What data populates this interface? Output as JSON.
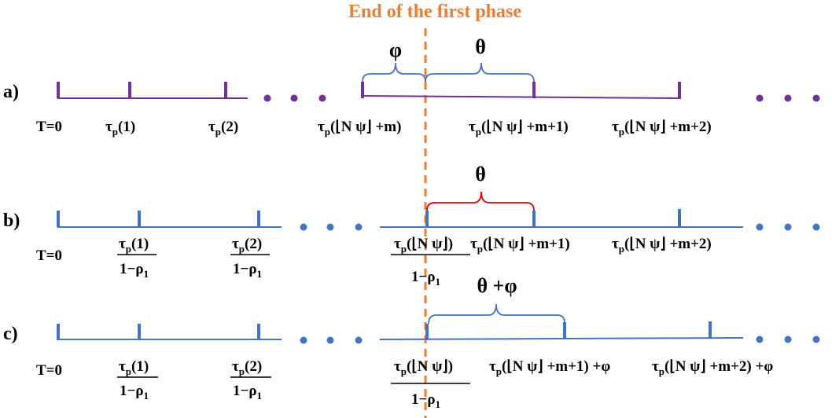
{
  "title": "End of the first phase",
  "colors": {
    "phase": "#ed7d31",
    "row_a": "#7030a0",
    "rows_bc": "#4472c4",
    "brace_blue": "#4472c4",
    "brace_red": "#e00000"
  },
  "rows": [
    {
      "label": "a)",
      "t0": "T=0",
      "braces": [
        {
          "label": "φ",
          "color": "blue"
        },
        {
          "label": "θ",
          "color": "blue"
        }
      ],
      "ticks": [
        {
          "kind": "simple",
          "arg": "(1)"
        },
        {
          "kind": "simple",
          "arg": "(2)"
        },
        {
          "kind": "simple",
          "arg": "(⌊N ψ⌋ +m)"
        },
        {
          "kind": "simple",
          "arg": "(⌊N ψ⌋ +m+1)"
        },
        {
          "kind": "simple",
          "arg": "(⌊N ψ⌋ +m+2)"
        }
      ]
    },
    {
      "label": "b)",
      "t0": "T=0",
      "braces": [
        {
          "label": "θ",
          "color": "red"
        }
      ],
      "ticks": [
        {
          "kind": "fraction",
          "arg": "(1)",
          "den": "1−ρ",
          "den_sub": "1"
        },
        {
          "kind": "fraction",
          "arg": "(2)",
          "den": "1−ρ",
          "den_sub": "1"
        },
        {
          "kind": "fraction",
          "arg": "(⌊N ψ⌋)",
          "den": "1−ρ",
          "den_sub": "1"
        },
        {
          "kind": "simple",
          "arg": "(⌊N ψ⌋ +m+1)"
        },
        {
          "kind": "simple",
          "arg": "(⌊N ψ⌋ +m+2)"
        }
      ]
    },
    {
      "label": "c)",
      "t0": "T=0",
      "braces": [
        {
          "label": "θ +φ",
          "color": "blue"
        }
      ],
      "ticks": [
        {
          "kind": "fraction",
          "arg": "(1)",
          "den": "1−ρ",
          "den_sub": "1"
        },
        {
          "kind": "fraction",
          "arg": "(2)",
          "den": "1−ρ",
          "den_sub": "1"
        },
        {
          "kind": "fraction",
          "arg": "(⌊N ψ⌋)",
          "den": "1−ρ",
          "den_sub": "1"
        },
        {
          "kind": "simple",
          "arg": "(⌊N ψ⌋ +m+1) +φ"
        },
        {
          "kind": "simple",
          "arg": "(⌊N ψ⌋ +m+2) +φ"
        }
      ]
    }
  ],
  "symbol": {
    "tau": "τ",
    "tau_sub": "p"
  }
}
